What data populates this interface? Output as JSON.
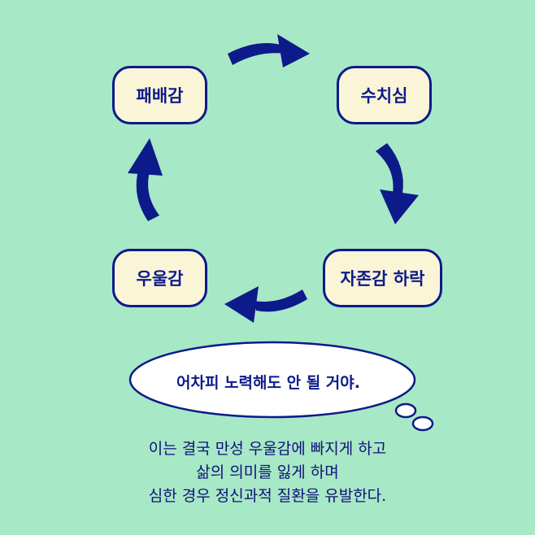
{
  "nodes": {
    "shame": "패배감",
    "defeat": "수치심",
    "self_esteem": "자존감 하락",
    "depression": "우울감"
  },
  "bubble": {
    "text": "어차피 노력해도 안 될 거야."
  },
  "caption": {
    "line1": "이는 결국 만성 우울감에 빠지게 하고",
    "line2": "삶의 의미를 잃게 하며",
    "line3": "심한 경우 정신과적 질환을 유발한다."
  },
  "colors": {
    "background": "#a7e8c6",
    "node_fill": "#fbf5d8",
    "accent": "#0d1a8a"
  },
  "icons": [
    "arrow-right-icon",
    "arrow-down-icon",
    "arrow-left-icon",
    "arrow-up-icon",
    "speech-bubble-icon"
  ]
}
